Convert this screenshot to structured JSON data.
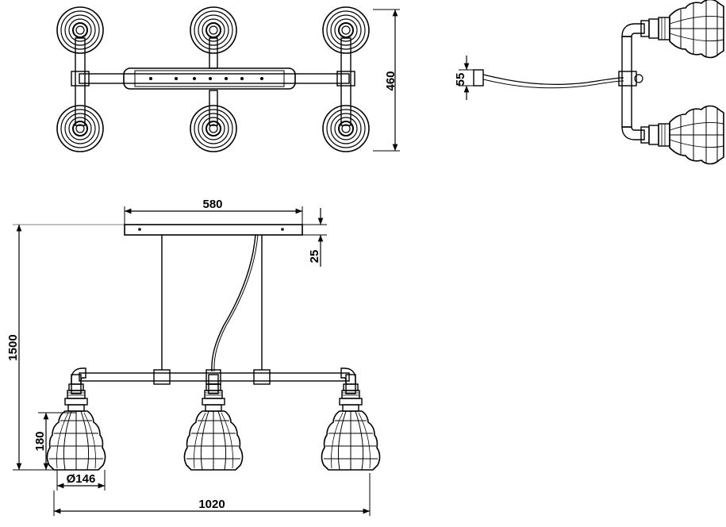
{
  "dimensions": {
    "top_height": "460",
    "side_canopy": "55",
    "canopy_width": "580",
    "canopy_thickness": "25",
    "total_height": "1500",
    "shade_height": "180",
    "shade_diameter": "Ø146",
    "total_width": "1020"
  }
}
